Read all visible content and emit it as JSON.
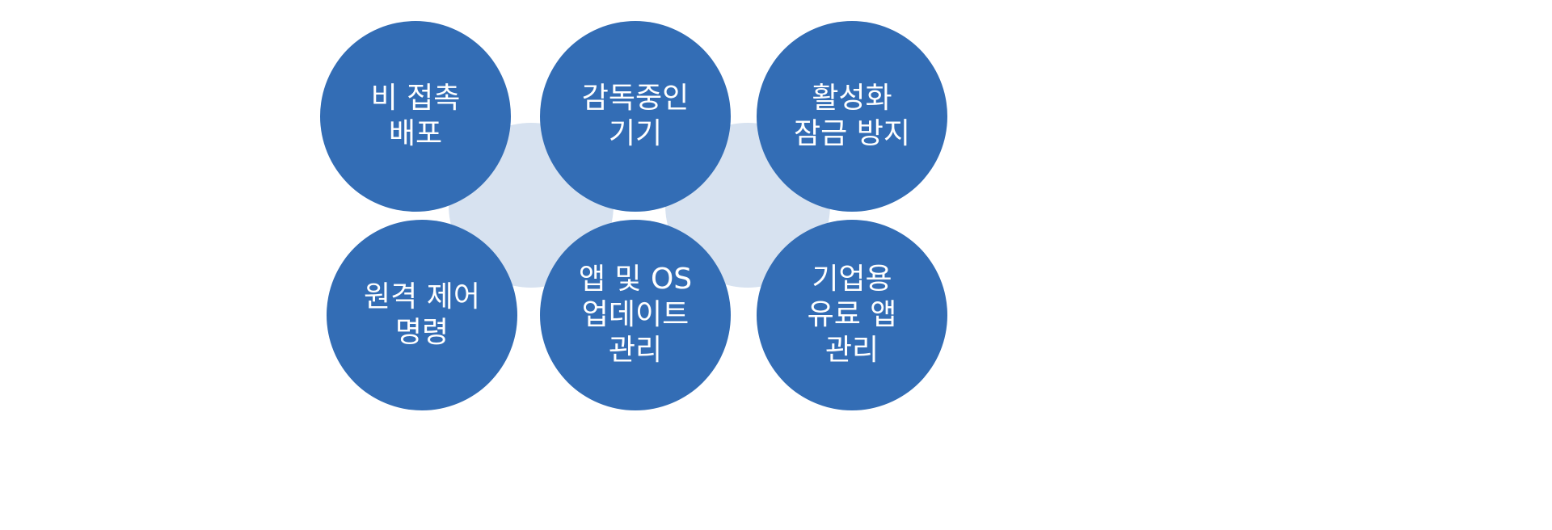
{
  "colors": {
    "primary": "#336DB5",
    "secondary": "#D7E2F0"
  },
  "nodes": [
    {
      "lines": [
        "비 접촉",
        "배포"
      ]
    },
    {
      "lines": [
        "감독중인",
        "기기"
      ]
    },
    {
      "lines": [
        "활성화",
        "잠금 방지"
      ]
    },
    {
      "lines": [
        "원격 제어",
        "명령"
      ]
    },
    {
      "lines": [
        "앱 및 OS",
        "업데이트",
        "관리"
      ]
    },
    {
      "lines": [
        "기업용",
        "유료 앱",
        "관리"
      ]
    }
  ]
}
